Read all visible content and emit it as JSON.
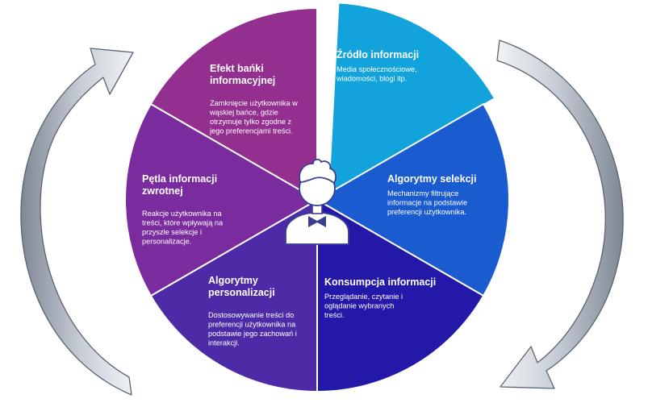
{
  "segments": [
    {
      "id": "zrodlo",
      "color": "#12A3DC",
      "title": [
        "Źródło informacji"
      ],
      "desc": [
        "Media społecznościowe,",
        "wiadomości, blogi itp."
      ]
    },
    {
      "id": "algorytmy-selekcji",
      "color": "#1A5BD0",
      "title": [
        "Algorytmy selekcji"
      ],
      "desc": [
        "Mechanizmy filtrujące",
        "informacje na podstawie",
        "preferencji użytkownika."
      ]
    },
    {
      "id": "konsumpcja",
      "color": "#2318A8",
      "title": [
        "Konsumpcja informacji"
      ],
      "desc": [
        "Przeglądanie, czytanie i",
        "oglądanie wybranych",
        "treści."
      ]
    },
    {
      "id": "algorytmy-personalizacji",
      "color": "#4E2BA6",
      "title": [
        "Algorytmy",
        "personalizacji"
      ],
      "desc": [
        "Dostosowywanie treści do",
        "preferencji użytkownika na",
        "podstawie jego zachowań i",
        "interakcji."
      ]
    },
    {
      "id": "petla",
      "color": "#7A2C9E",
      "title": [
        "Pętla informacji",
        "zwrotnej"
      ],
      "desc": [
        "Reakcje użytkownika na",
        "treści, które wpływają na",
        "przyszłe selekcje i",
        "personalizacje."
      ]
    },
    {
      "id": "efekt-banki",
      "color": "#93308F",
      "title": [
        "Efekt bańki",
        "informacyjnej"
      ],
      "desc": [
        "Zamknięcie użytkownika w",
        "wąskiej bańce, gdzie",
        "otrzymuje tylko zgodne z",
        "jego preferencjami treści."
      ]
    }
  ],
  "colors": {
    "arrow_light": "#E4E8EE",
    "arrow_dark": "#7E8794",
    "arrow_outline": "#5A6470",
    "user_icon": "#ffffff",
    "user_outline": "#3B3F8F"
  },
  "icons": {
    "center": "user-icon",
    "left_arrow": "curved-arrow-up-icon",
    "right_arrow": "curved-arrow-down-icon"
  }
}
